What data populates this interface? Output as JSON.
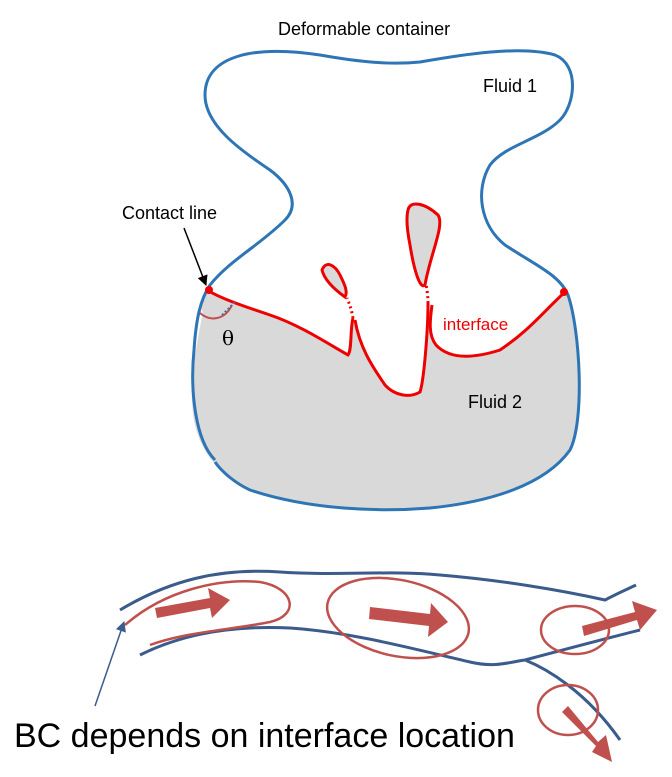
{
  "labels": {
    "container": "Deformable container",
    "fluid1": "Fluid 1",
    "fluid2": "Fluid 2",
    "contact_line": "Contact line",
    "interface": "interface",
    "angle": "θ",
    "bc_caption": "BC depends on interface location"
  },
  "colors": {
    "container": "#2e75b6",
    "interface": "#ee0000",
    "fluid2_fill": "#d9d9d9",
    "vessel": "#3b5b8c",
    "vortex": "#c0504d",
    "arrow": "#c0504d"
  }
}
